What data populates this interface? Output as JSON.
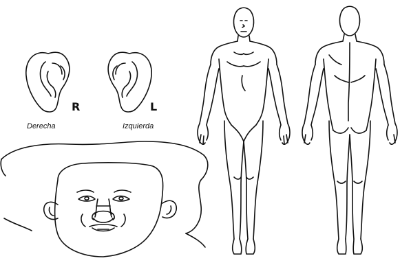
{
  "ears": {
    "right_marker": "R",
    "left_marker": "L",
    "right_label": "Derecha",
    "left_label": "Izquierda"
  }
}
